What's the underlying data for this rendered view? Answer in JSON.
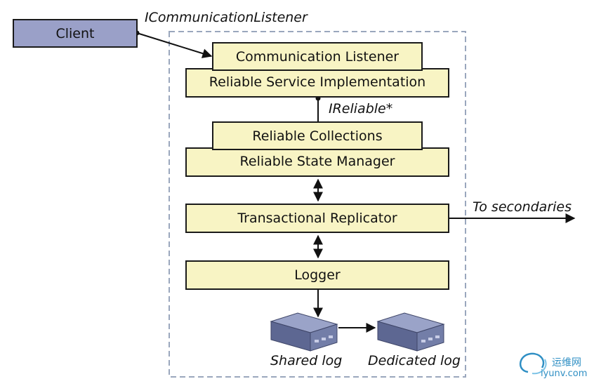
{
  "client": {
    "label": "Client"
  },
  "interfaces": {
    "communication_listener": "ICommunicationListener",
    "reliable": "IReliable*"
  },
  "components": {
    "communication_listener": "Communication Listener",
    "reliable_service_implementation": "Reliable Service Implementation",
    "reliable_collections": "Reliable Collections",
    "reliable_state_manager": "Reliable State Manager",
    "transactional_replicator": "Transactional Replicator",
    "logger": "Logger"
  },
  "outputs": {
    "to_secondaries": "To secondaries"
  },
  "storage": {
    "shared_log": "Shared log",
    "dedicated_log": "Dedicated log"
  },
  "watermark": {
    "cn": "运维网",
    "url": "iyunv.com"
  },
  "colors": {
    "component_fill": "#f8f4c4",
    "client_fill": "#9aa0c8",
    "dashed_border": "#9aa7bd",
    "disk": "#6e7aa6",
    "watermark": "#2f8fc4"
  }
}
